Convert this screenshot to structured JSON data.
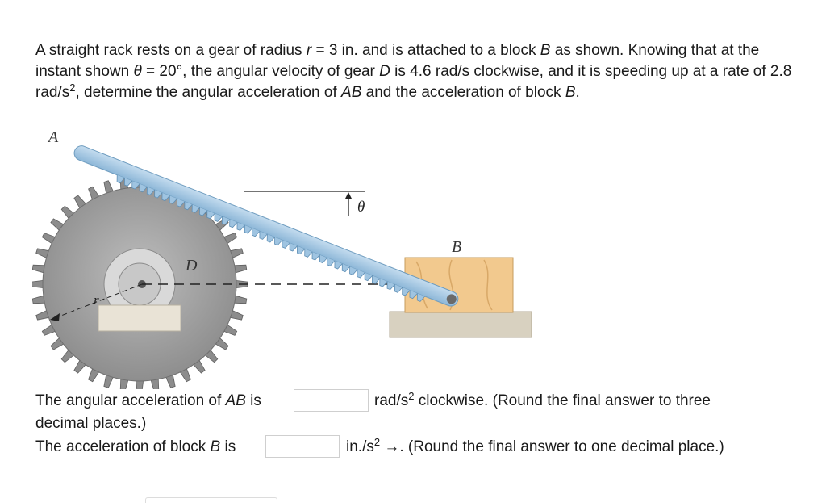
{
  "problem": {
    "part1": "A straight rack rests on a gear of radius ",
    "r_sym": "r",
    "part2": " = 3 in. and is attached to a block ",
    "b_sym": "B",
    "part3": " as shown. Knowing that at the instant shown ",
    "theta_sym": "θ",
    "part4": " = 20°, the angular velocity of gear ",
    "d_sym": "D",
    "part5": " is 4.6 rad/s clockwise, and it is speeding up at a rate of 2.8 rad/s",
    "sup2": "2",
    "part6": ", determine the angular acceleration of ",
    "ab_sym": "AB",
    "part7": " and the acceleration of block ",
    "b_sym2": "B",
    "part8": "."
  },
  "figure": {
    "label_a": "A",
    "label_b": "B",
    "label_d": "D",
    "label_theta": "θ",
    "label_r": "r",
    "colors": {
      "rack": "#9dc3e0",
      "rack_edge": "#6e9cbf",
      "gear": "#9a9a9a",
      "gear_dark": "#7d7d7d",
      "hub": "#d3d3d3",
      "block": "#f0c890",
      "ground": "#cfc8b8"
    }
  },
  "q1": {
    "before": "The angular acceleration of ",
    "sym": "AB",
    "after": " is",
    "unit": "rad/s",
    "unit_sup": "2",
    "tail": " clockwise. (Round the final answer to three",
    "line2": "decimal places.)",
    "value": ""
  },
  "q2": {
    "before": "The acceleration of block ",
    "sym": "B",
    "after": " is",
    "unit": "in./s",
    "unit_sup": "2",
    "arrow": " →",
    "tail": ". (Round the final answer to one decimal place.)",
    "value": ""
  }
}
